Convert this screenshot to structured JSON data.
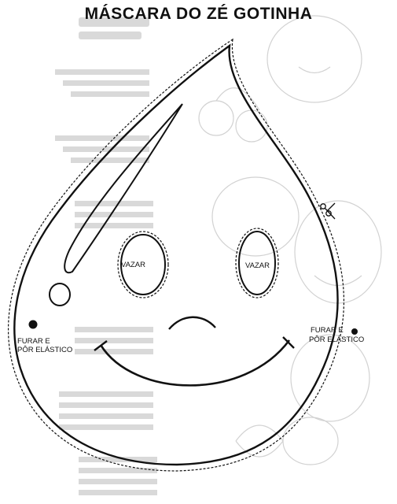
{
  "title": "MÁSCARA DO ZÉ GOTINHA",
  "labels": {
    "left_eye_cut": "VAZAR",
    "right_eye_cut": "VAZAR",
    "left_hole_line1": "FURAR E",
    "left_hole_line2": "PÔR ELÁSTICO",
    "right_hole_line1": "FURAR E",
    "right_hole_line2": "PÔR ELÁSTICO"
  },
  "icons": {
    "scissors": "scissors-icon"
  },
  "colors": {
    "ink": "#111111",
    "faded": "#cfcfcf"
  }
}
